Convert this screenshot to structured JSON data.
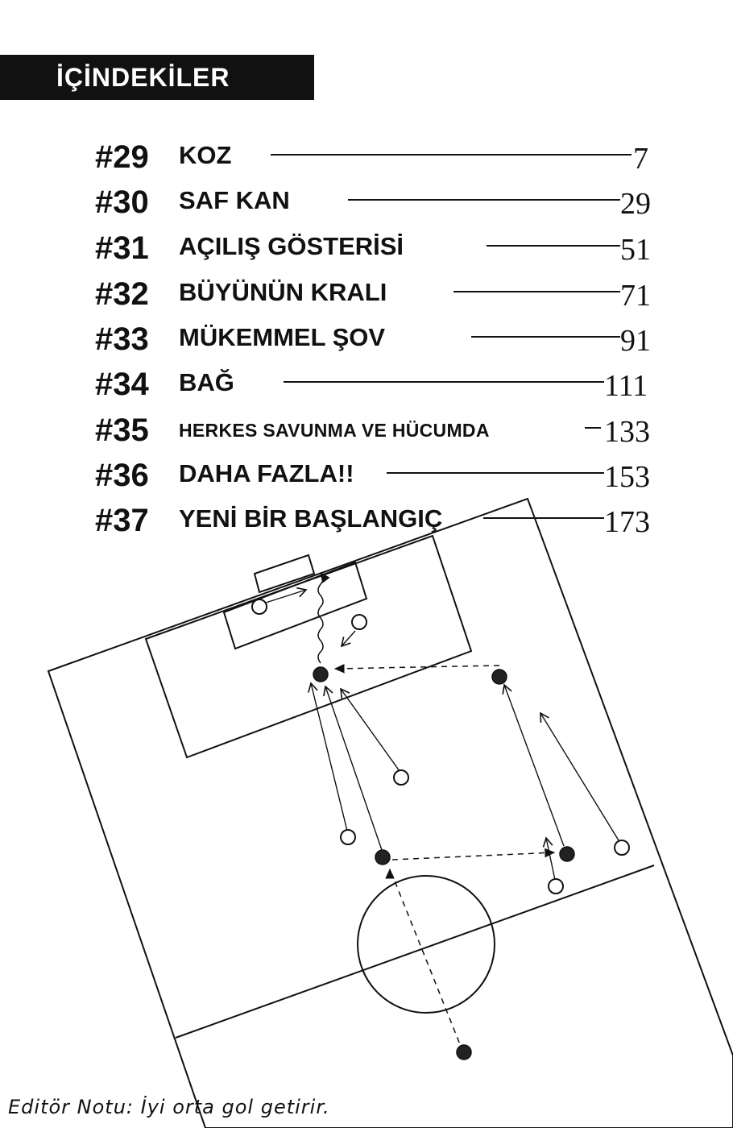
{
  "header": {
    "title": "İÇİNDEKİLER"
  },
  "toc": {
    "entries": [
      {
        "number": "#29",
        "title": "KOZ",
        "page": "7"
      },
      {
        "number": "#30",
        "title": "SAF KAN",
        "page": "29"
      },
      {
        "number": "#31",
        "title": "AÇILIŞ GÖSTERİSİ",
        "page": "51"
      },
      {
        "number": "#32",
        "title": "BÜYÜNÜN KRALI",
        "page": "71"
      },
      {
        "number": "#33",
        "title": "MÜKEMMEL ŞOV",
        "page": "91"
      },
      {
        "number": "#34",
        "title": "BAĞ",
        "page": "111"
      },
      {
        "number": "#35",
        "title": "HERKES SAVUNMA VE HÜCUMDA",
        "page": "133"
      },
      {
        "number": "#36",
        "title": "DAHA FAZLA!!",
        "page": "153"
      },
      {
        "number": "#37",
        "title": "YENİ BİR BAŞLANGIÇ",
        "page": "173"
      }
    ]
  },
  "illustration": {
    "icon": "soccer-tactics-diagram-icon"
  },
  "footer": {
    "editor_note": "Editör Notu: İyi orta gol getirir."
  }
}
